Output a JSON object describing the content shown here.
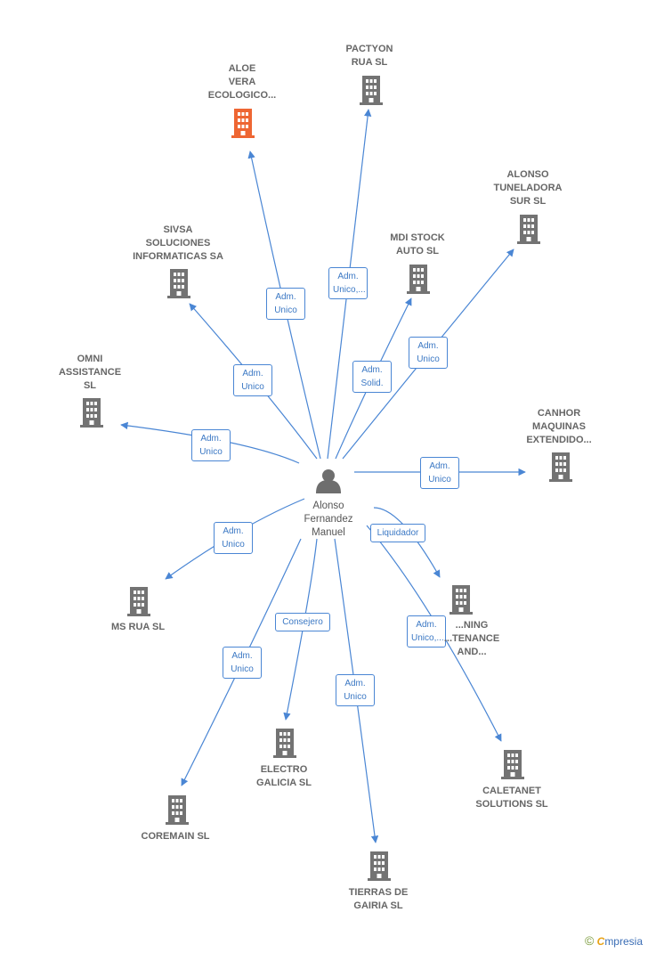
{
  "center": {
    "name_lines": [
      "Alonso",
      "Fernandez",
      "Manuel"
    ]
  },
  "colors": {
    "edge": "#4a86d4",
    "building": "#737373",
    "highlight": "#ee6633"
  },
  "companies": [
    {
      "id": "aloe",
      "lines": [
        "ALOE",
        "VERA",
        "ECOLOGICO..."
      ],
      "highlight": true
    },
    {
      "id": "pactyon",
      "lines": [
        "PACTYON",
        "RUA  SL"
      ],
      "highlight": false
    },
    {
      "id": "alonso-tuneladora",
      "lines": [
        "ALONSO",
        "TUNELADORA",
        "SUR SL"
      ],
      "highlight": false
    },
    {
      "id": "sivsa",
      "lines": [
        "SIVSA",
        "SOLUCIONES",
        "INFORMATICAS SA"
      ],
      "highlight": false
    },
    {
      "id": "mdi",
      "lines": [
        "MDI STOCK",
        "AUTO  SL"
      ],
      "highlight": false
    },
    {
      "id": "omni",
      "lines": [
        "OMNI",
        "ASSISTANCE",
        "SL"
      ],
      "highlight": false
    },
    {
      "id": "canhor",
      "lines": [
        "CANHOR",
        "MAQUINAS",
        "EXTENDIDO..."
      ],
      "highlight": false
    },
    {
      "id": "ms-rua",
      "lines": [
        "MS RUA SL"
      ],
      "highlight": false
    },
    {
      "id": "mining",
      "lines": [
        "...NING",
        "...TENANCE",
        "AND..."
      ],
      "highlight": false
    },
    {
      "id": "electro",
      "lines": [
        "ELECTRO",
        "GALICIA  SL"
      ],
      "highlight": false
    },
    {
      "id": "coremain",
      "lines": [
        "COREMAIN SL"
      ],
      "highlight": false
    },
    {
      "id": "caletanet",
      "lines": [
        "CALETANET",
        "SOLUTIONS  SL"
      ],
      "highlight": false
    },
    {
      "id": "tierras",
      "lines": [
        "TIERRAS DE",
        "GAIRIA  SL"
      ],
      "highlight": false
    }
  ],
  "edges": [
    {
      "to": "aloe",
      "label_lines": [
        "Adm.",
        "Unico"
      ]
    },
    {
      "to": "pactyon",
      "label_lines": [
        "Adm.",
        "Unico,..."
      ]
    },
    {
      "to": "alonso-tuneladora",
      "label_lines": [
        "Adm.",
        "Unico"
      ]
    },
    {
      "to": "sivsa",
      "label_lines": [
        "Adm.",
        "Unico"
      ]
    },
    {
      "to": "mdi",
      "label_lines": [
        "Adm.",
        "Solid."
      ]
    },
    {
      "to": "omni",
      "label_lines": [
        "Adm.",
        "Unico"
      ]
    },
    {
      "to": "canhor",
      "label_lines": [
        "Adm.",
        "Unico"
      ]
    },
    {
      "to": "ms-rua",
      "label_lines": [
        "Adm.",
        "Unico"
      ]
    },
    {
      "to": "mining",
      "label_lines": [
        "Liquidador"
      ]
    },
    {
      "to": "electro",
      "label_lines": [
        "Consejero"
      ]
    },
    {
      "to": "coremain",
      "label_lines": [
        "Adm.",
        "Unico"
      ]
    },
    {
      "to": "caletanet",
      "label_lines": [
        "Adm.",
        "Unico,..."
      ]
    },
    {
      "to": "tierras",
      "label_lines": [
        "Adm.",
        "Unico"
      ]
    }
  ],
  "footer": {
    "copyright": "©",
    "brand_initial": "C",
    "brand_rest": "mpresia"
  }
}
